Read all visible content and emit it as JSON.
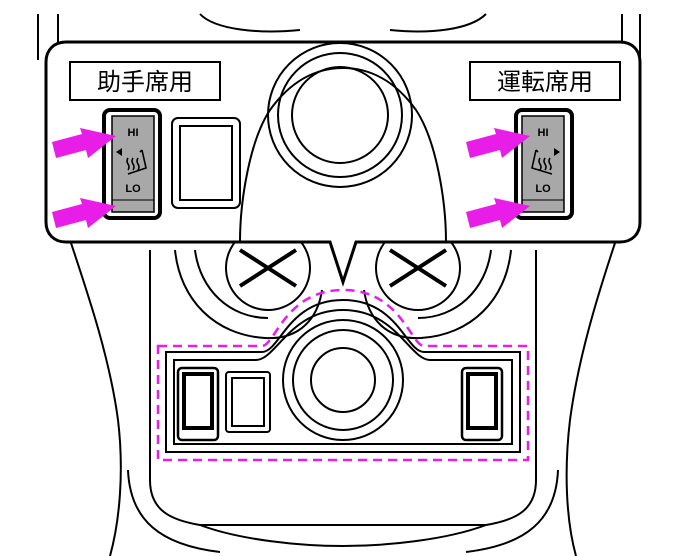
{
  "callout": {
    "passenger_label": "助手席用",
    "driver_label": "運転席用"
  },
  "passenger_switch": {
    "hi_label": "HI",
    "lo_label": "LO",
    "icon": "seat-heater-icon"
  },
  "driver_switch": {
    "hi_label": "HI",
    "lo_label": "LO",
    "icon": "seat-heater-icon"
  },
  "colors": {
    "arrow": "#e81ee8",
    "dashed_outline": "#e81ee8",
    "switch_face": "#a8a8a8",
    "line": "#000000"
  }
}
